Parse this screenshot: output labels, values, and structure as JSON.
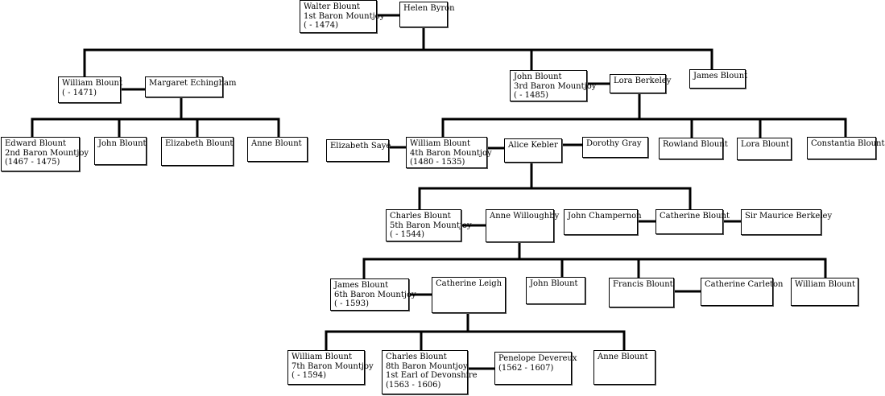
{
  "colors": {
    "background": "#ffffff",
    "box_border": "#000000",
    "line": "#000000",
    "text": "#000000"
  },
  "people": {
    "walter_blount": [
      "Walter Blount",
      "1st Baron Mountjoy",
      "( - 1474)"
    ],
    "helen_byron": [
      "Helen Byron"
    ],
    "william_blount_1471": [
      "William Blount",
      "( - 1471)"
    ],
    "margaret_echingham": [
      "Margaret Echingham"
    ],
    "john_blount_3rd": [
      "John Blount",
      "3rd Baron Mountjoy",
      "( - 1485)"
    ],
    "lora_berkeley": [
      "Lora Berkeley"
    ],
    "james_blount_elder": [
      "James Blount"
    ],
    "edward_blount": [
      "Edward Blount",
      "2nd Baron Mountjoy",
      "(1467 - 1475)"
    ],
    "john_blount_a": [
      "John Blount"
    ],
    "elizabeth_blount": [
      "Elizabeth Blount"
    ],
    "anne_blount_a": [
      "Anne Blount"
    ],
    "elizabeth_saye": [
      "Elizabeth Saye"
    ],
    "william_blount_4th": [
      "William Blount",
      "4th Baron Mountjoy",
      "(1480 - 1535)"
    ],
    "alice_kebler": [
      "Alice Kebler"
    ],
    "dorothy_gray": [
      "Dorothy Gray"
    ],
    "rowland_blount": [
      "Rowland Blount"
    ],
    "lora_blount": [
      "Lora Blount"
    ],
    "constantia_blount": [
      "Constantia Blount"
    ],
    "charles_blount_5th": [
      "Charles Blount",
      "5th Baron Mountjoy",
      "( - 1544)"
    ],
    "anne_willoughby": [
      "Anne Willoughby"
    ],
    "john_champernon": [
      "John Champernon"
    ],
    "catherine_blount": [
      "Catherine Blount"
    ],
    "sir_maurice_berkeley": [
      "Sir Maurice Berkeley"
    ],
    "james_blount_6th": [
      "James Blount",
      "6th Baron Mountjoy",
      "( - 1593)"
    ],
    "catherine_leigh": [
      "Catherine Leigh"
    ],
    "john_blount_b": [
      "John Blount"
    ],
    "francis_blount": [
      "Francis Blount"
    ],
    "catherine_carleton": [
      "Catherine Carleton"
    ],
    "william_blount_b": [
      "William Blount"
    ],
    "william_blount_7th": [
      "William Blount",
      "7th Baron Mountjoy",
      "( - 1594)"
    ],
    "charles_blount_8th": [
      "Charles Blount",
      "8th Baron Mountjoy",
      "1st Earl of Devonshire",
      "(1563 - 1606)"
    ],
    "penelope_devereux": [
      "Penelope Devereux",
      "(1562 - 1607)"
    ],
    "anne_blount_b": [
      "Anne Blount"
    ]
  }
}
